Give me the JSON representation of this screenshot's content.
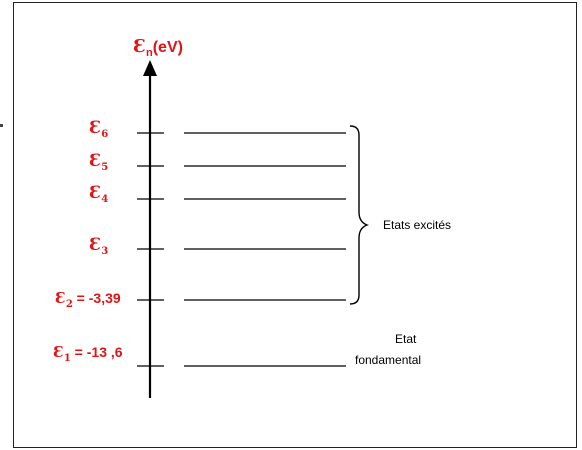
{
  "axis": {
    "symbol": "Ɛ",
    "subscript": "n",
    "unit": "(eV)"
  },
  "levels": [
    {
      "symbol": "Ɛ",
      "index": "6",
      "value_text": ""
    },
    {
      "symbol": "Ɛ",
      "index": "5",
      "value_text": ""
    },
    {
      "symbol": "Ɛ",
      "index": "4",
      "value_text": ""
    },
    {
      "symbol": "Ɛ",
      "index": "3",
      "value_text": ""
    },
    {
      "symbol": "Ɛ",
      "index": "2",
      "value_text": " = -3,39"
    },
    {
      "symbol": "Ɛ",
      "index": "1",
      "value_text": " = -13 ,6"
    }
  ],
  "annotations": {
    "excited": "Etats excités",
    "ground_line1": "Etat",
    "ground_line2": "fondamental"
  },
  "colors": {
    "label": "#e01414",
    "lines": "#000000"
  }
}
